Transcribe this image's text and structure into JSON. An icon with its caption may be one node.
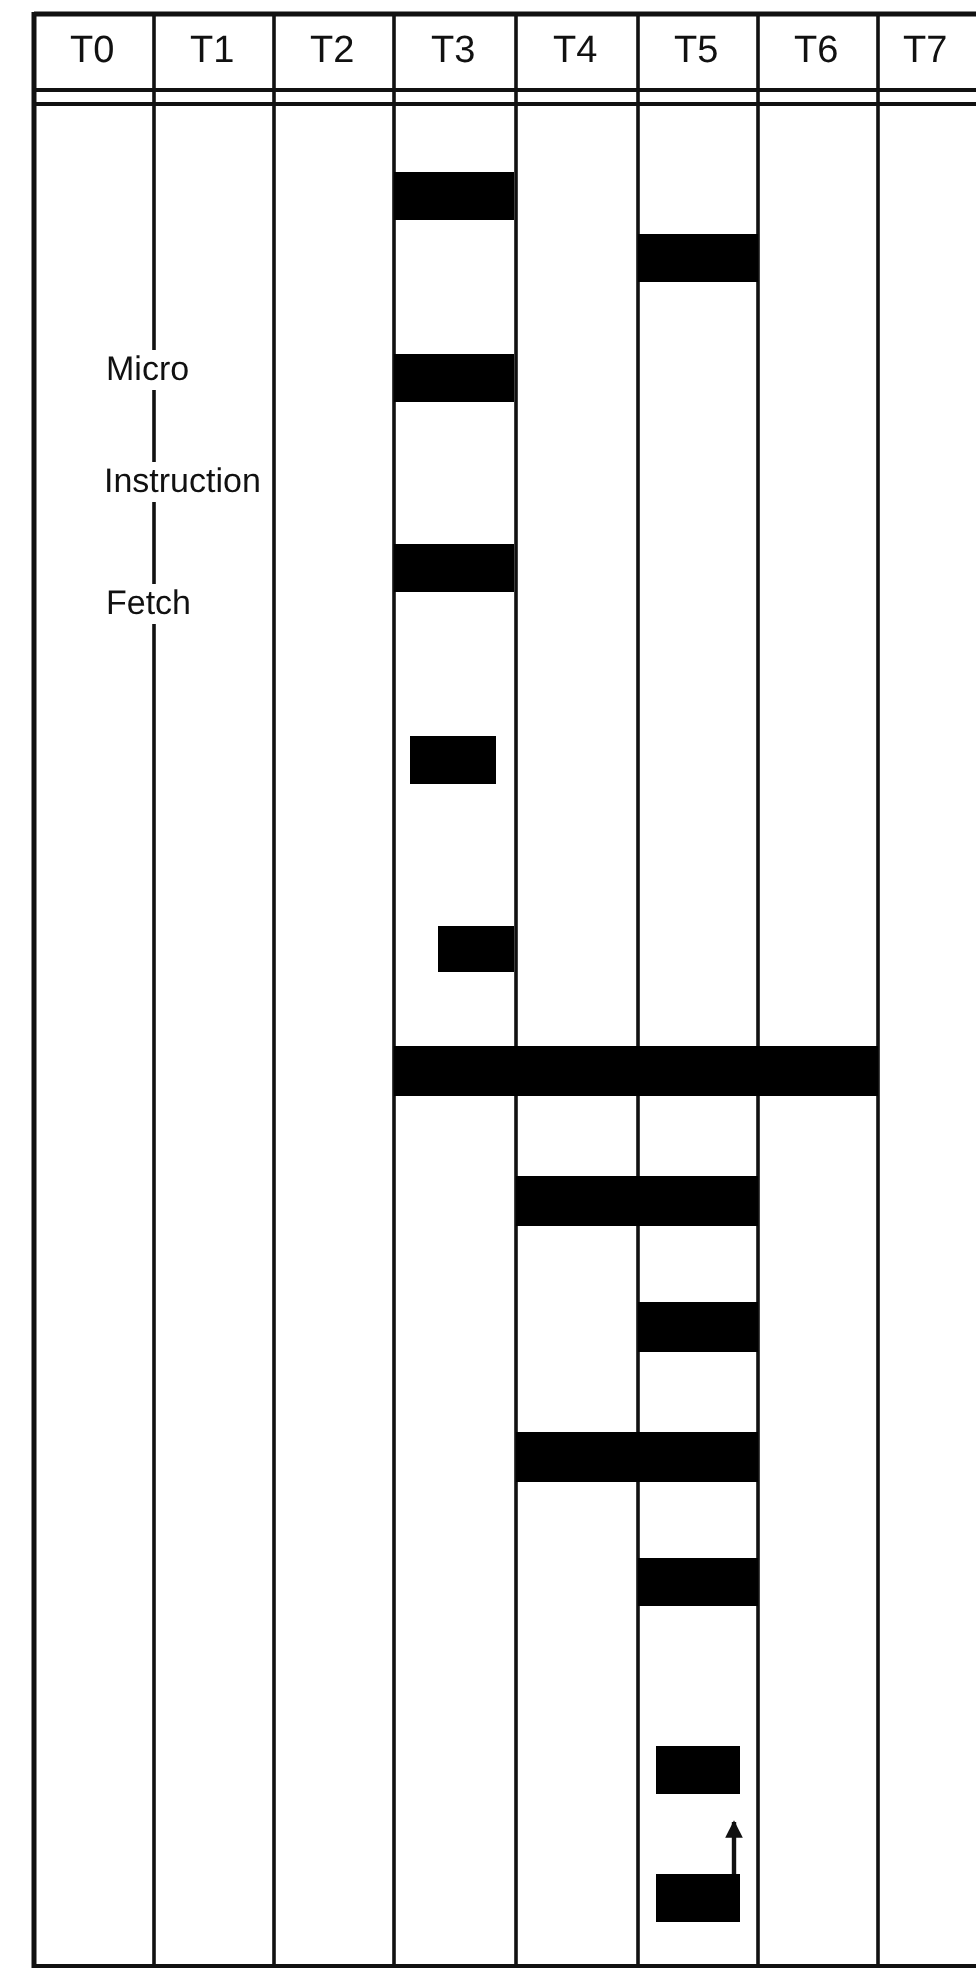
{
  "diagram": {
    "nodes": [
      {
        "text": [],
        "shape": "bar"
      },
      {
        "text": [],
        "shape": "bar"
      },
      {
        "text": [],
        "shape": "bar"
      },
      {
        "text": [],
        "shape": "bar"
      },
      {
        "text": [],
        "shape": "bar"
      },
      {
        "text": [],
        "shape": "bar"
      },
      {
        "text": [],
        "shape": "bar"
      },
      {
        "text": [],
        "shape": "bar"
      },
      {
        "text": [],
        "shape": "bar"
      },
      {
        "text": [],
        "shape": "bar"
      },
      {
        "text": [],
        "shape": "bar"
      },
      {
        "text": [],
        "shape": "bar"
      },
      {
        "text": [],
        "shape": "bar"
      }
    ],
    "edges": [
      {
        "from": 12,
        "to": 11,
        "arrow": "to"
      }
    ],
    "labels": [
      "T0",
      "T1",
      "T2",
      "T3",
      "T4",
      "T5",
      "T6",
      "T7",
      "Micro",
      "Instruction",
      "Fetch"
    ]
  }
}
